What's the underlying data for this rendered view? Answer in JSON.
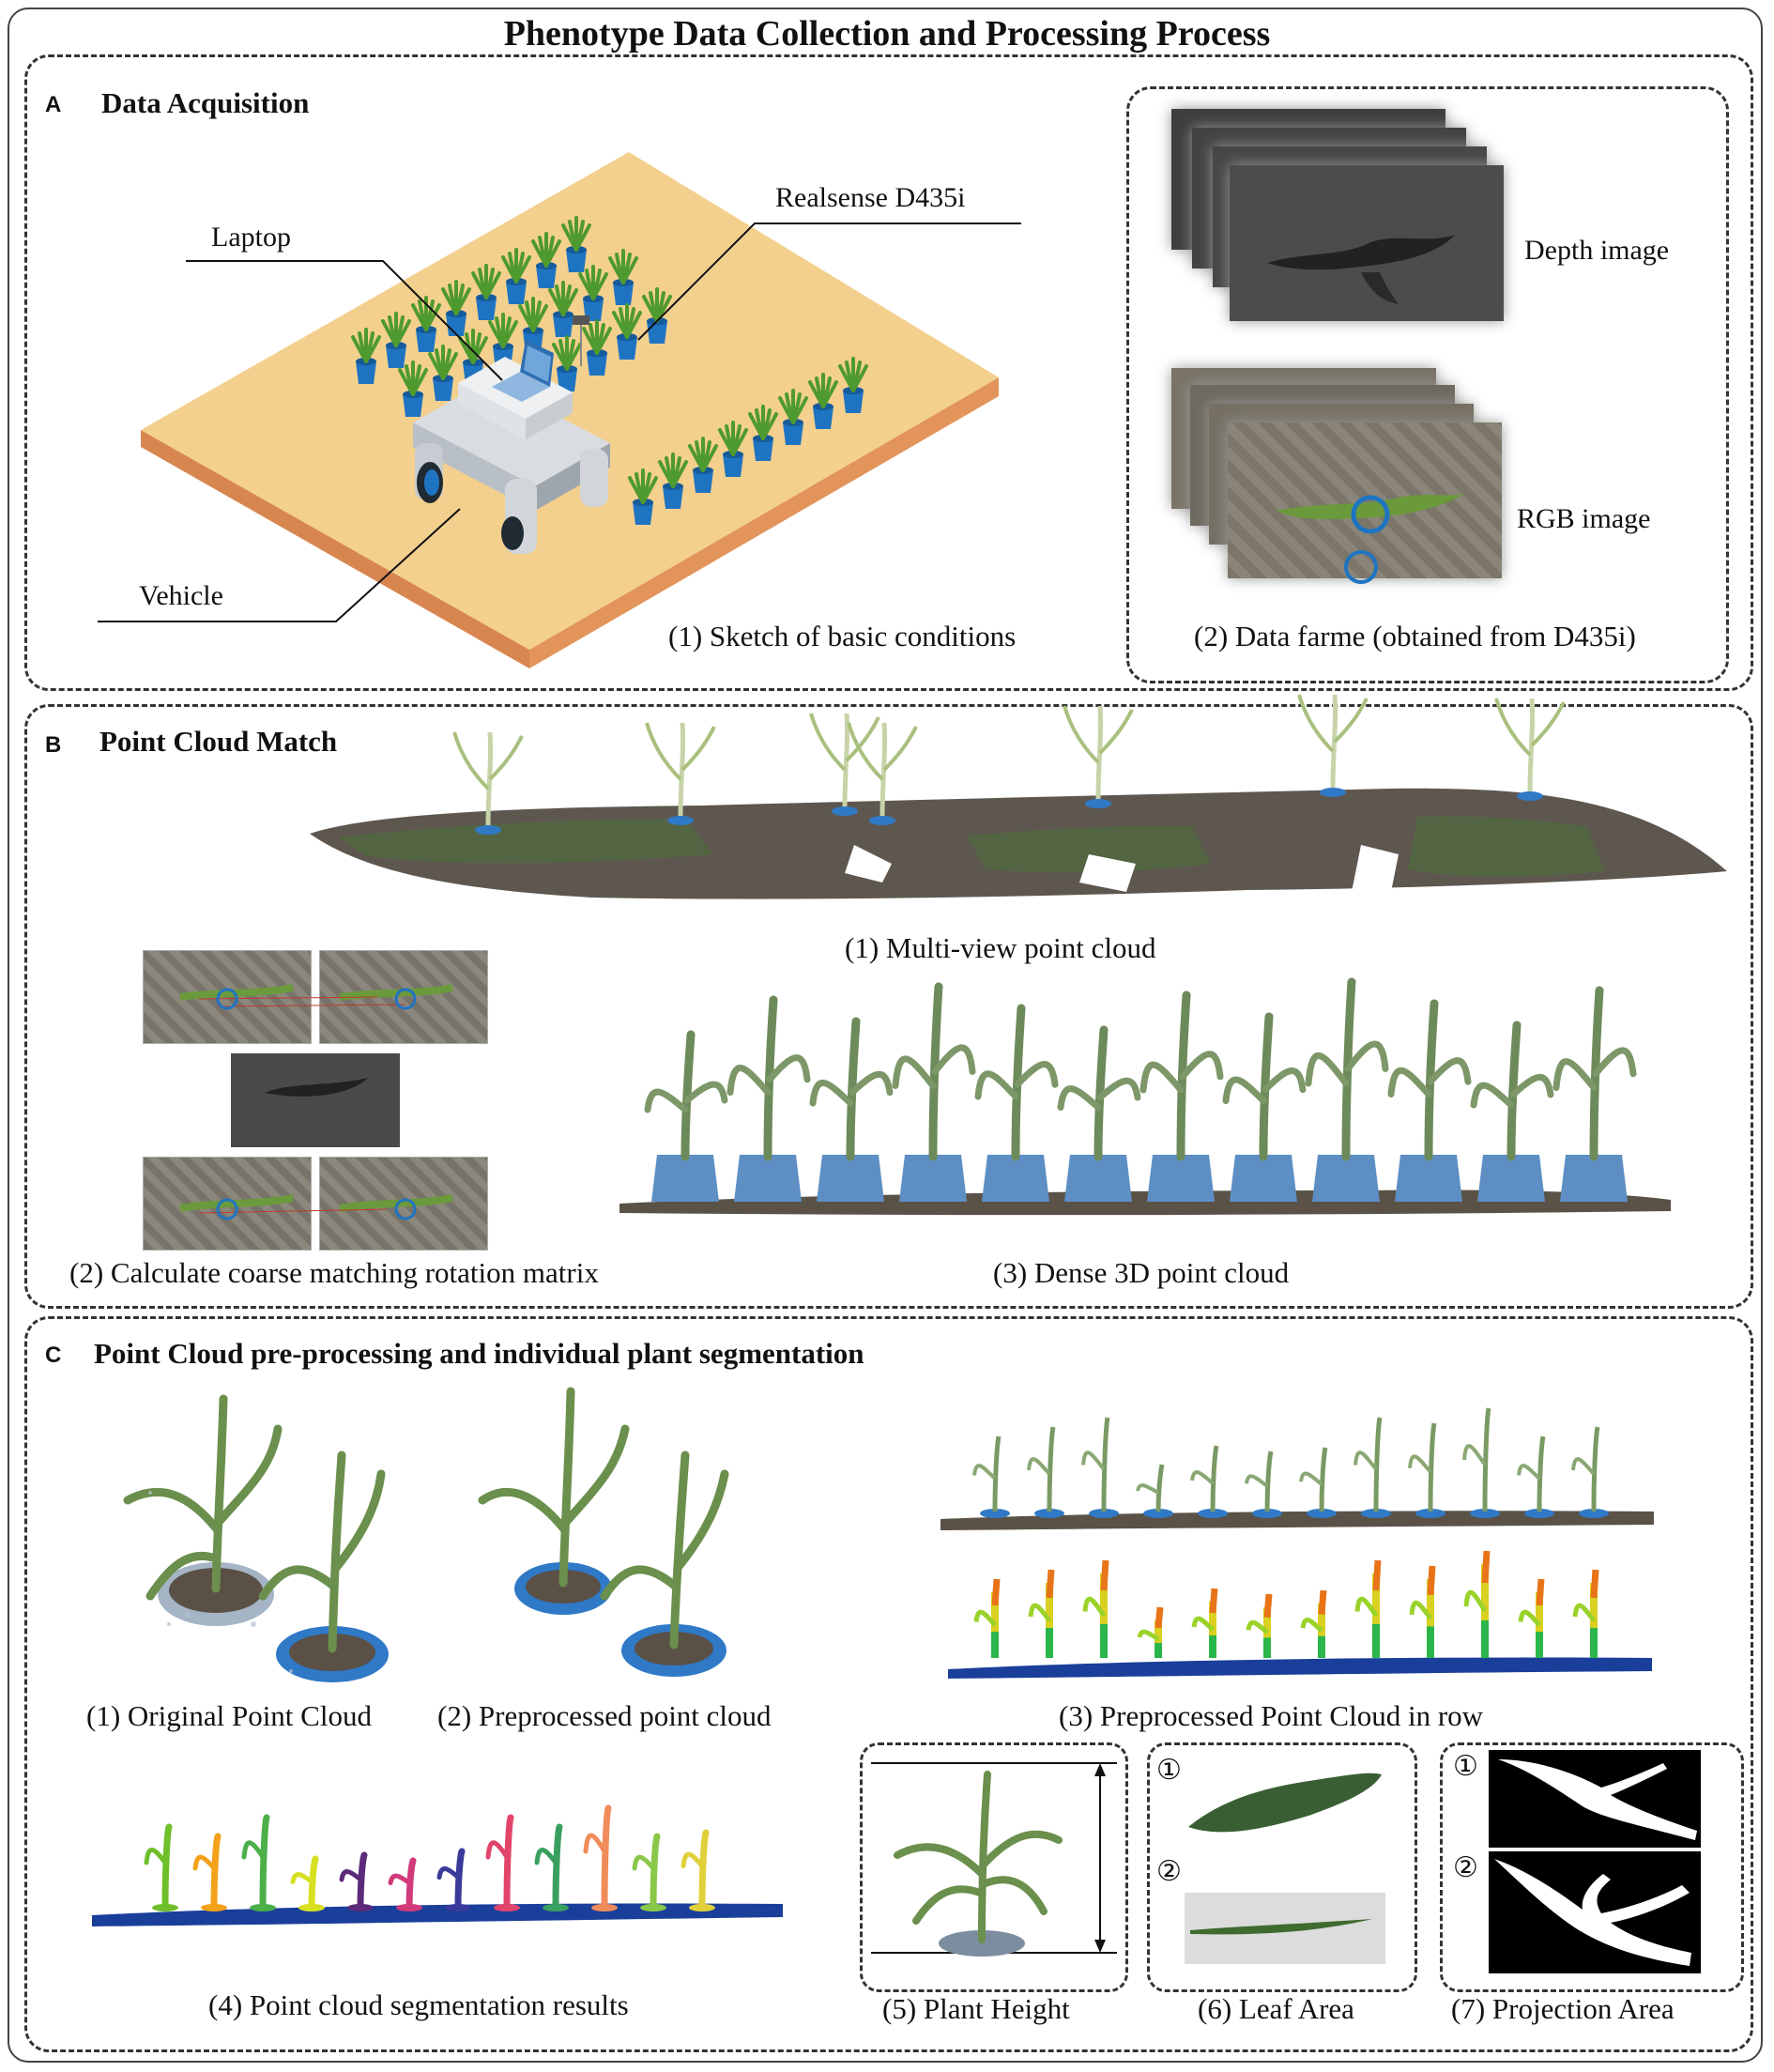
{
  "title": "Phenotype Data Collection and Processing Process",
  "panelA": {
    "letter": "A",
    "title": "Data Acquisition",
    "labels": {
      "laptop": "Laptop",
      "camera": "Realsense D435i",
      "vehicle": "Vehicle"
    },
    "caption1": "(1) Sketch of basic conditions",
    "depth_label": "Depth image",
    "rgb_label": "RGB image",
    "caption2": "(2) Data farme (obtained from D435i)"
  },
  "panelB": {
    "letter": "B",
    "title": "Point Cloud Match",
    "caption1": "(1) Multi-view point cloud",
    "caption2": "(2) Calculate coarse matching rotation matrix",
    "caption3": "(3) Dense 3D point cloud"
  },
  "panelC": {
    "letter": "C",
    "title": "Point Cloud pre-processing and individual plant segmentation",
    "caption1": "(1) Original Point Cloud",
    "caption2": "(2) Preprocessed point cloud",
    "caption3": "(3) Preprocessed Point Cloud in row",
    "caption4": "(4) Point cloud segmentation results",
    "caption5": "(5) Plant Height",
    "caption6": "(6) Leaf Area",
    "caption7": "(7) Projection Area",
    "marker1": "①",
    "marker2": "②"
  },
  "colors": {
    "ground": "#f3d08e",
    "ground_edge": "#e2945a",
    "pot": "#1f74c2",
    "plant": "#5f9a3a",
    "dark_panel": "#4a4a4a",
    "soil": "#5e5750"
  }
}
